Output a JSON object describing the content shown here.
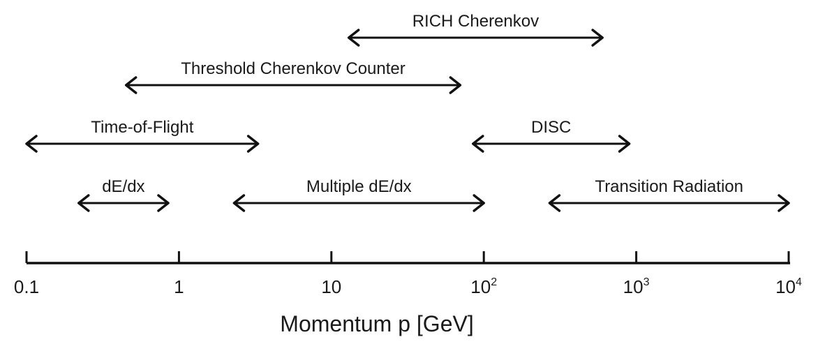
{
  "diagram": {
    "type": "momentum-range-chart",
    "axis": {
      "title": "Momentum p [GeV]",
      "scale": "log10",
      "range_gev": [
        0.1,
        10000
      ],
      "ticks": [
        {
          "value": 0.1,
          "base": "0.1",
          "exp": ""
        },
        {
          "value": 1,
          "base": "1",
          "exp": ""
        },
        {
          "value": 10,
          "base": "10",
          "exp": ""
        },
        {
          "value": 100,
          "base": "10",
          "exp": "2"
        },
        {
          "value": 1000,
          "base": "10",
          "exp": "3"
        },
        {
          "value": 10000,
          "base": "10",
          "exp": "4"
        }
      ]
    },
    "ranges": [
      {
        "label": "RICH Cherenkov",
        "from_gev": 13,
        "to_gev": 600
      },
      {
        "label": "Threshold Cherenkov Counter",
        "from_gev": 0.45,
        "to_gev": 70
      },
      {
        "label": "Time-of-Flight",
        "from_gev": 0.1,
        "to_gev": 3.3
      },
      {
        "label": "DISC",
        "from_gev": 85,
        "to_gev": 900
      },
      {
        "label": "dE/dx",
        "from_gev": 0.22,
        "to_gev": 0.85
      },
      {
        "label": "Multiple dE/dx",
        "from_gev": 2.3,
        "to_gev": 100
      },
      {
        "label": "Transition Radiation",
        "from_gev": 270,
        "to_gev": 10000
      }
    ]
  }
}
